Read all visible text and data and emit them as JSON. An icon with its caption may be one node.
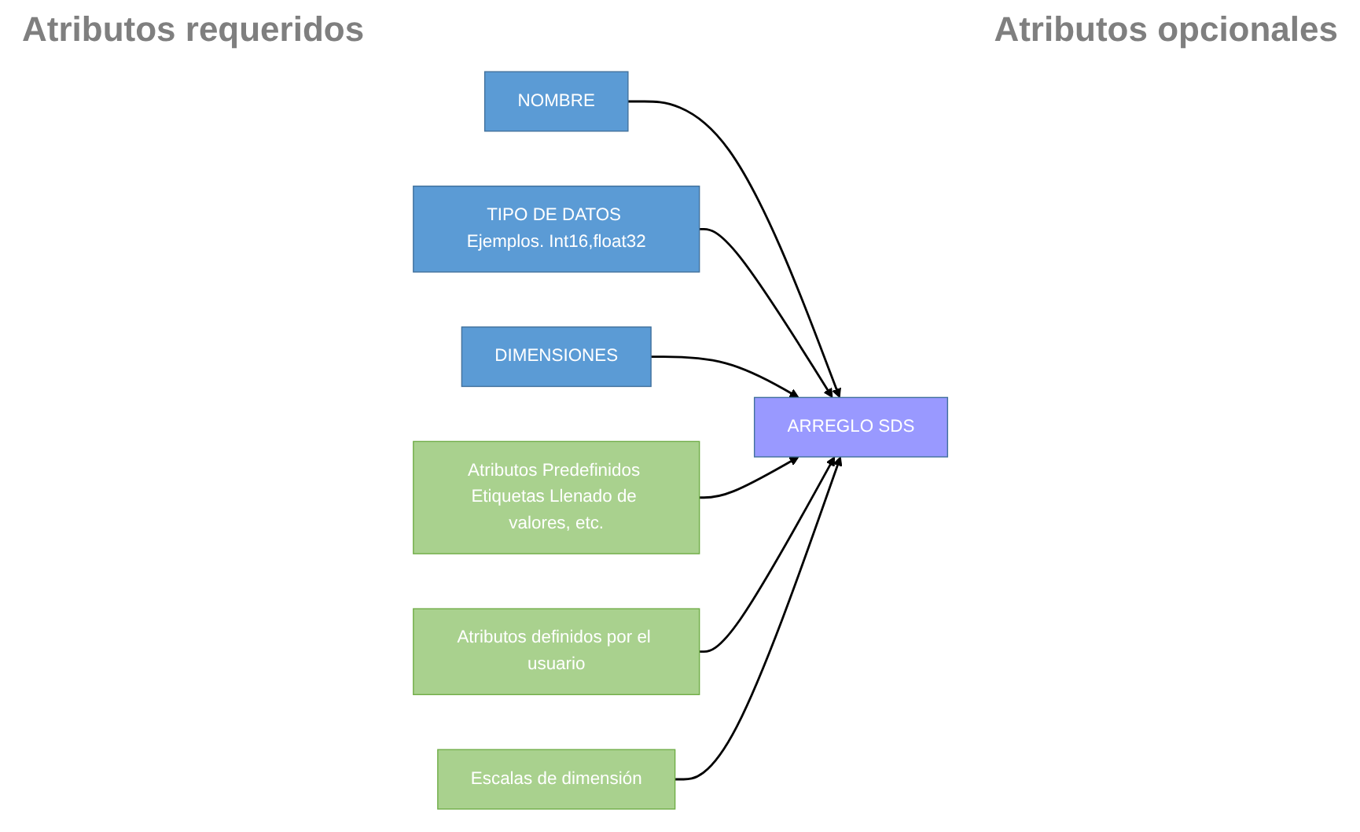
{
  "diagram": {
    "nodes": [
      {
        "text": [
          "NOMBRE"
        ]
      },
      {
        "text": [
          "TIPO DE DATOS Ejemplos. Int16,float32"
        ]
      },
      {
        "text": [
          "DIMENSIONES"
        ]
      },
      {
        "text": [
          "ARREGLO SDS"
        ]
      },
      {
        "text": [
          "Atributos Predefinidos Etiquetas Llenado de valores, etc."
        ]
      },
      {
        "text": [
          "Atributos definidos por el usuario"
        ]
      },
      {
        "text": [
          "Escalas de dimensión"
        ]
      }
    ],
    "edges": [
      {
        "from": 0,
        "to": 3,
        "arrow": "to"
      },
      {
        "from": 1,
        "to": 3,
        "arrow": "to"
      },
      {
        "from": 2,
        "to": 3,
        "arrow": "to"
      },
      {
        "from": 4,
        "to": 3,
        "arrow": "to"
      },
      {
        "from": 5,
        "to": 3,
        "arrow": "to"
      },
      {
        "from": 6,
        "to": 3,
        "arrow": "to"
      }
    ],
    "labels": [
      "Atributos requeridos",
      "Atributos opcionales"
    ]
  }
}
